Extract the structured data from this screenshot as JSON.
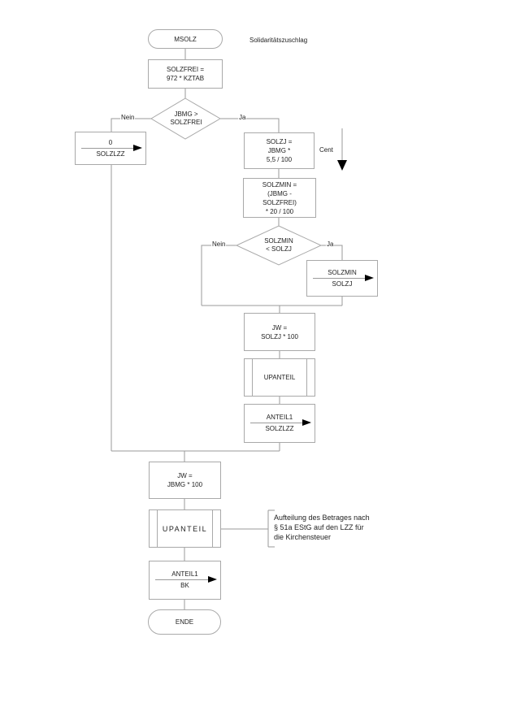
{
  "diagram": {
    "note": "Solidaritätszuschlag",
    "nodes": {
      "start": {
        "label": "MSOLZ"
      },
      "solzfrei": {
        "text": "SOLZFREI =\n972 * KZTAB"
      },
      "decision1": {
        "text": "JBMG >\nSOLZFREI",
        "no_label": "Nein",
        "yes_label": "Ja"
      },
      "assign_zero": {
        "from": "0",
        "to": "SOLZLZZ"
      },
      "solzj": {
        "text": "SOLZJ =\nJBMG *\n5,5 / 100"
      },
      "cent": {
        "label": "Cent"
      },
      "solzmin": {
        "text": "SOLZMIN =\n(JBMG -\nSOLZFREI)\n* 20 / 100"
      },
      "decision2": {
        "text": "SOLZMIN\n< SOLZJ",
        "no_label": "Nein",
        "yes_label": "Ja"
      },
      "assign_solzmin": {
        "from": "SOLZMIN",
        "to": "SOLZJ"
      },
      "jw_solzj": {
        "text": "JW =\nSOLZJ * 100"
      },
      "upanteil1": {
        "label": "UPANTEIL"
      },
      "assign_anteil1_solzlzz": {
        "from": "ANTEIL1",
        "to": "SOLZLZZ"
      },
      "jw_jbmg": {
        "text": "JW =\nJBMG * 100"
      },
      "upanteil2": {
        "label": "UPANTEIL"
      },
      "annotation": {
        "text": "Aufteilung des Betrages nach\n§ 51a EStG auf den LZZ für\ndie Kirchensteuer"
      },
      "assign_anteil1_bk": {
        "from": "ANTEIL1",
        "to": "BK"
      },
      "end": {
        "label": "ENDE"
      }
    },
    "colors": {
      "line": "#9a9a9a",
      "border": "#a9a9a9",
      "text": "#222222",
      "arrow": "#000000",
      "background": "#ffffff"
    }
  }
}
